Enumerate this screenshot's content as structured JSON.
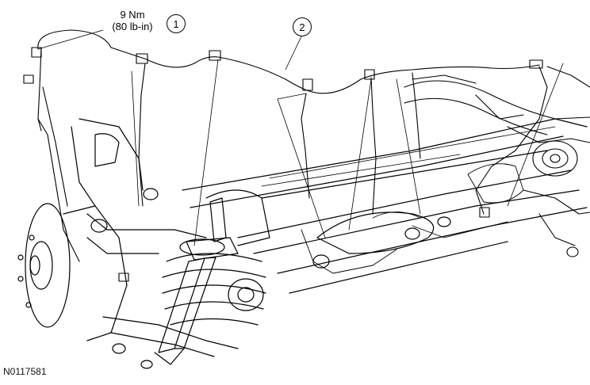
{
  "torque_spec": {
    "value": "9 Nm",
    "imperial": "(80 lb-in)"
  },
  "callouts": {
    "one": "1",
    "two": "2"
  },
  "figure_id": "N0117581"
}
